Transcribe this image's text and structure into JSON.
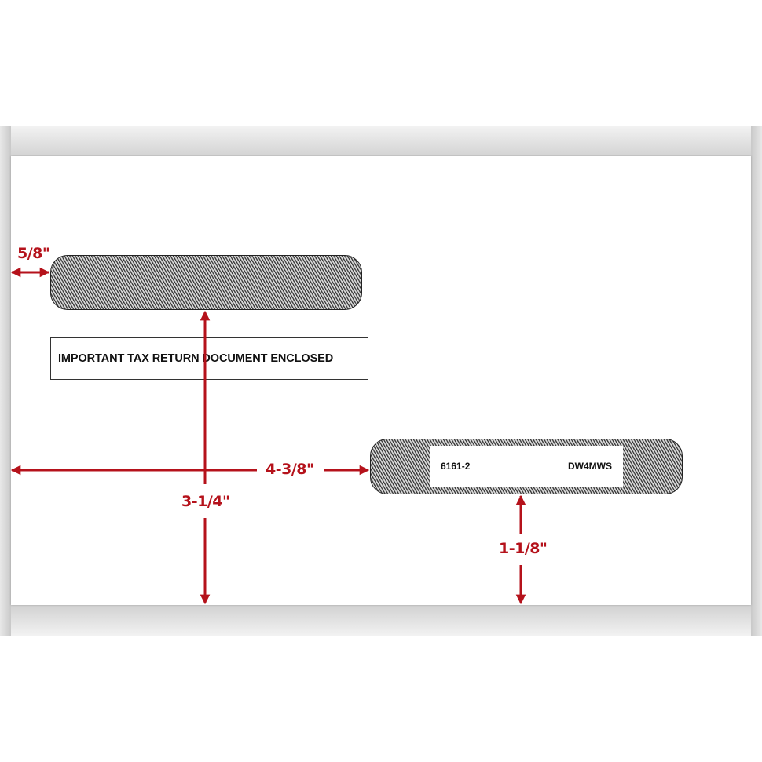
{
  "diagram": {
    "type": "double-window envelope specification",
    "colors": {
      "dimension": "#b5121b",
      "window_border": "#222222",
      "envelope": "#ffffff"
    },
    "notice_box": {
      "text": "IMPORTANT TAX RETURN DOCUMENT ENCLOSED"
    },
    "window_top": {
      "label": "top-left window (hatched)"
    },
    "window_bottom": {
      "label": "bottom-right window (hatched)",
      "insert_left": "6161-2",
      "insert_right": "DW4MWS"
    },
    "dimensions": {
      "left_margin": "5/8\"",
      "horizontal_to_window2": "4-3/8\"",
      "vertical_window1_to_bottom": "3-1/4\"",
      "vertical_window2_to_bottom": "1-1/8\""
    }
  }
}
